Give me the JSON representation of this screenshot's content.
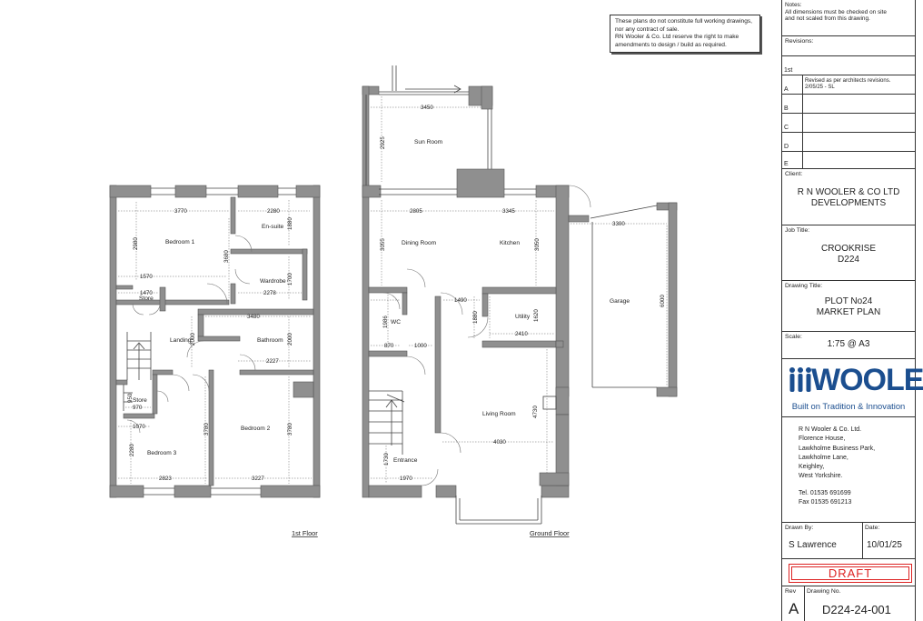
{
  "disclaimer": {
    "lines": [
      "These plans do not constitute full working drawings,",
      "nor any contract of sale.",
      "RN Wooler & Co. Ltd reserve the right to make",
      "amendments to design / build as required."
    ]
  },
  "floor_labels": {
    "first": "1st Floor",
    "ground": "Ground Floor"
  },
  "first_floor": {
    "rooms": [
      "Bedroom 1",
      "En-suite",
      "Wardrobe",
      "Store",
      "Landing",
      "Bathroom",
      "Store",
      "Bedroom 2",
      "Bedroom 3"
    ],
    "dimensions": [
      "3770",
      "2280",
      "1880",
      "2980",
      "3680",
      "1570",
      "1700",
      "2278",
      "1470",
      "3480",
      "2000",
      "2000",
      "2227",
      "950",
      "970",
      "1070",
      "3780",
      "3780",
      "2280",
      "2823",
      "3227"
    ]
  },
  "ground_floor": {
    "rooms": [
      "Sun Room",
      "Dining Room",
      "Kitchen",
      "Garage",
      "WC",
      "Utility",
      "Living Room",
      "Entrance"
    ],
    "dimensions": [
      "3450",
      "2925",
      "2805",
      "3345",
      "3300",
      "3055",
      "3050",
      "6000",
      "1490",
      "1986",
      "1880",
      "1620",
      "870",
      "1000",
      "2410",
      "4730",
      "4030",
      "1730",
      "1970"
    ]
  },
  "title_block": {
    "notes_label": "Notes:",
    "notes_text": [
      "All dimensions must be checked on site",
      "and not scaled from this drawing."
    ],
    "revisions_label": "Revisions:",
    "revisions": [
      {
        "letter": "1st",
        "note": []
      },
      {
        "letter": "A",
        "note": [
          "Revised as per architects revisions.",
          "2/05/25 - SL"
        ]
      },
      {
        "letter": "B",
        "note": []
      },
      {
        "letter": "C",
        "note": []
      },
      {
        "letter": "D",
        "note": []
      },
      {
        "letter": "E",
        "note": []
      }
    ],
    "client_label": "Client:",
    "client": [
      "R N WOOLER & CO LTD",
      "DEVELOPMENTS"
    ],
    "job_title_label": "Job Title:",
    "job_title": [
      "CROOKRISE",
      "D224"
    ],
    "drawing_title_label": "Drawing Title:",
    "drawing_title": [
      "PLOT No24",
      "MARKET PLAN"
    ],
    "scale_label": "Scale:",
    "scale": "1:75 @ A3",
    "logo_word": "WOOLER",
    "logo_tagline": "Built on Tradition & Innovation",
    "address": [
      "R N Wooler & Co. Ltd.",
      "Florence House,",
      "Lawkholme Business Park,",
      "Lawkholme Lane,",
      "Keighley,",
      "West Yorkshire."
    ],
    "tel": "Tel. 01535 691699",
    "fax": "Fax 01535 691213",
    "drawn_by_label": "Drawn By:",
    "drawn_by": "S Lawrence",
    "date_label": "Date:",
    "date": "10/01/25",
    "status": "DRAFT",
    "rev_label": "Rev",
    "rev": "A",
    "drawing_no_label": "Drawing No.",
    "drawing_no": "D224-24-001"
  },
  "colors": {
    "wall": "#8f8f8f",
    "line": "#333333",
    "draft": "#dd2222",
    "brand": "#1b4e8f"
  }
}
